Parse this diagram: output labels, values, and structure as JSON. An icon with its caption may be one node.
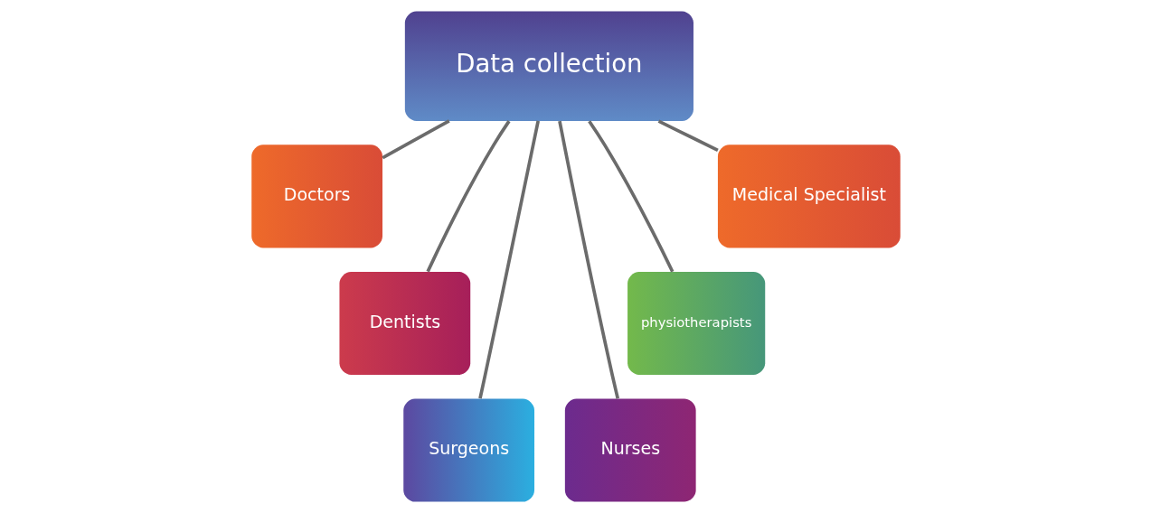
{
  "diagram": {
    "nodes": [
      {
        "text": [
          "Data collection"
        ]
      },
      {
        "text": [
          "Doctors"
        ]
      },
      {
        "text": [
          "Medical Specialist"
        ]
      },
      {
        "text": [
          "Dentists"
        ]
      },
      {
        "text": [
          "physiotherapists"
        ]
      },
      {
        "text": [
          "Surgeons"
        ]
      },
      {
        "text": [
          "Nurses"
        ]
      }
    ],
    "edges": [
      {
        "from": 0,
        "to": 1,
        "arrow": "none"
      },
      {
        "from": 0,
        "to": 3,
        "arrow": "none"
      },
      {
        "from": 0,
        "to": 5,
        "arrow": "none"
      },
      {
        "from": 0,
        "to": 6,
        "arrow": "none"
      },
      {
        "from": 0,
        "to": 4,
        "arrow": "none"
      },
      {
        "from": 0,
        "to": 2,
        "arrow": "none"
      }
    ]
  }
}
